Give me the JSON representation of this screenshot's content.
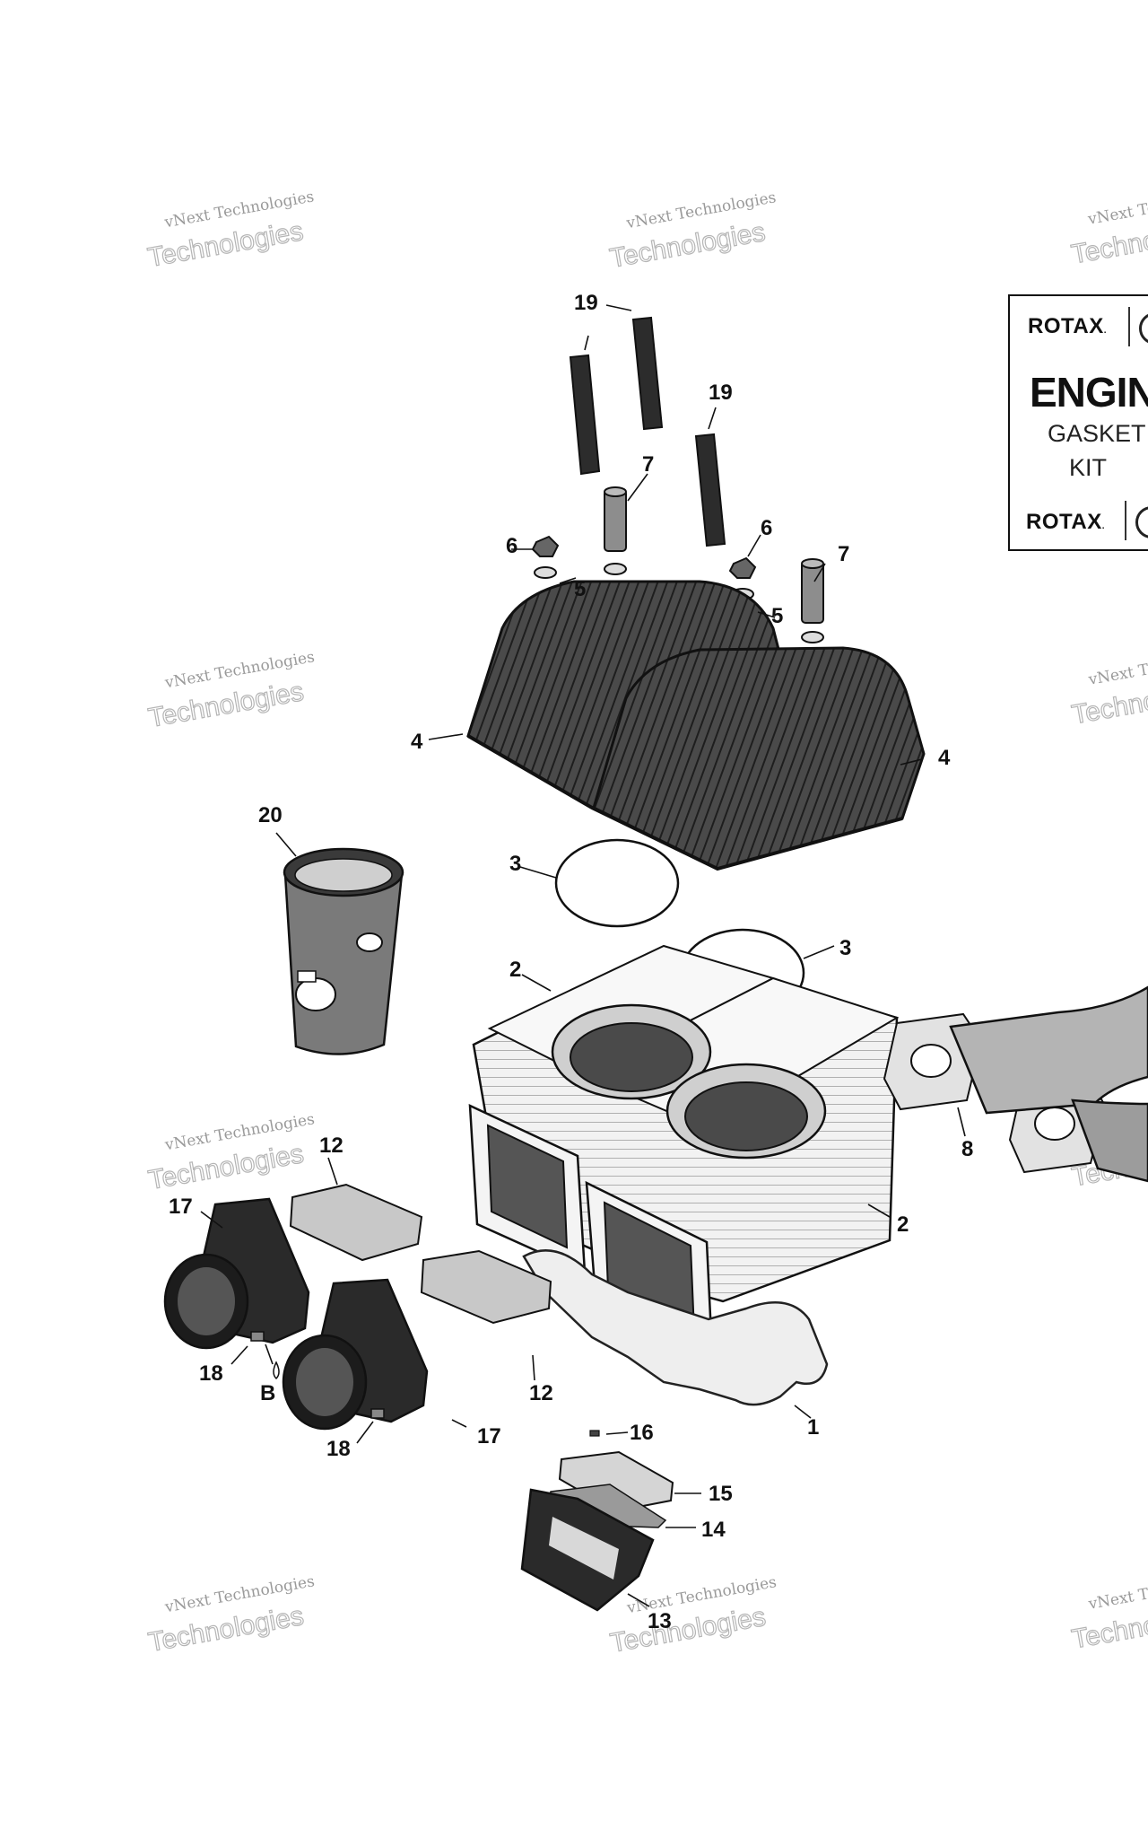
{
  "watermark": {
    "line1": "vNext Technologies",
    "line2": "Technologies"
  },
  "gasket_kit": {
    "brand": "ROTAX",
    "title": "ENGINE",
    "line1": "GASKET",
    "line2": "KIT"
  },
  "callouts": {
    "c1": "1",
    "c2": "2",
    "c3": "3",
    "c4": "4",
    "c5": "5",
    "c6": "6",
    "c7": "7",
    "c8": "8",
    "c12": "12",
    "c13": "13",
    "c14": "14",
    "c15": "15",
    "c16": "16",
    "c17": "17",
    "c18": "18",
    "c19": "19",
    "c20": "20",
    "cB": "B"
  },
  "colors": {
    "ink": "#111111",
    "dark_part": "#3a3a3a",
    "light_part": "#ececec",
    "gasket_fill": "#d8d8d8"
  }
}
